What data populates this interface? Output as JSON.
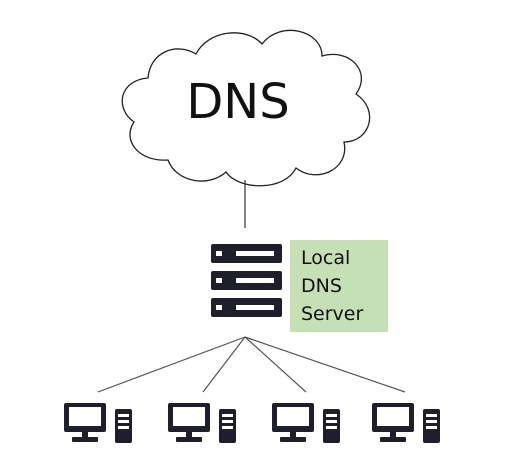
{
  "cloud": {
    "label": "DNS",
    "icon": "cloud-icon"
  },
  "local_server": {
    "label_lines": [
      "Local",
      "DNS",
      "Server"
    ],
    "icon": "server-rack-icon",
    "label_background": "#c5e0b4"
  },
  "clients": [
    {
      "icon": "desktop-computer-icon"
    },
    {
      "icon": "desktop-computer-icon"
    },
    {
      "icon": "desktop-computer-icon"
    },
    {
      "icon": "desktop-computer-icon"
    }
  ],
  "colors": {
    "icon": "#1f1f2b",
    "line": "#555555",
    "cloud_stroke": "#222222"
  }
}
